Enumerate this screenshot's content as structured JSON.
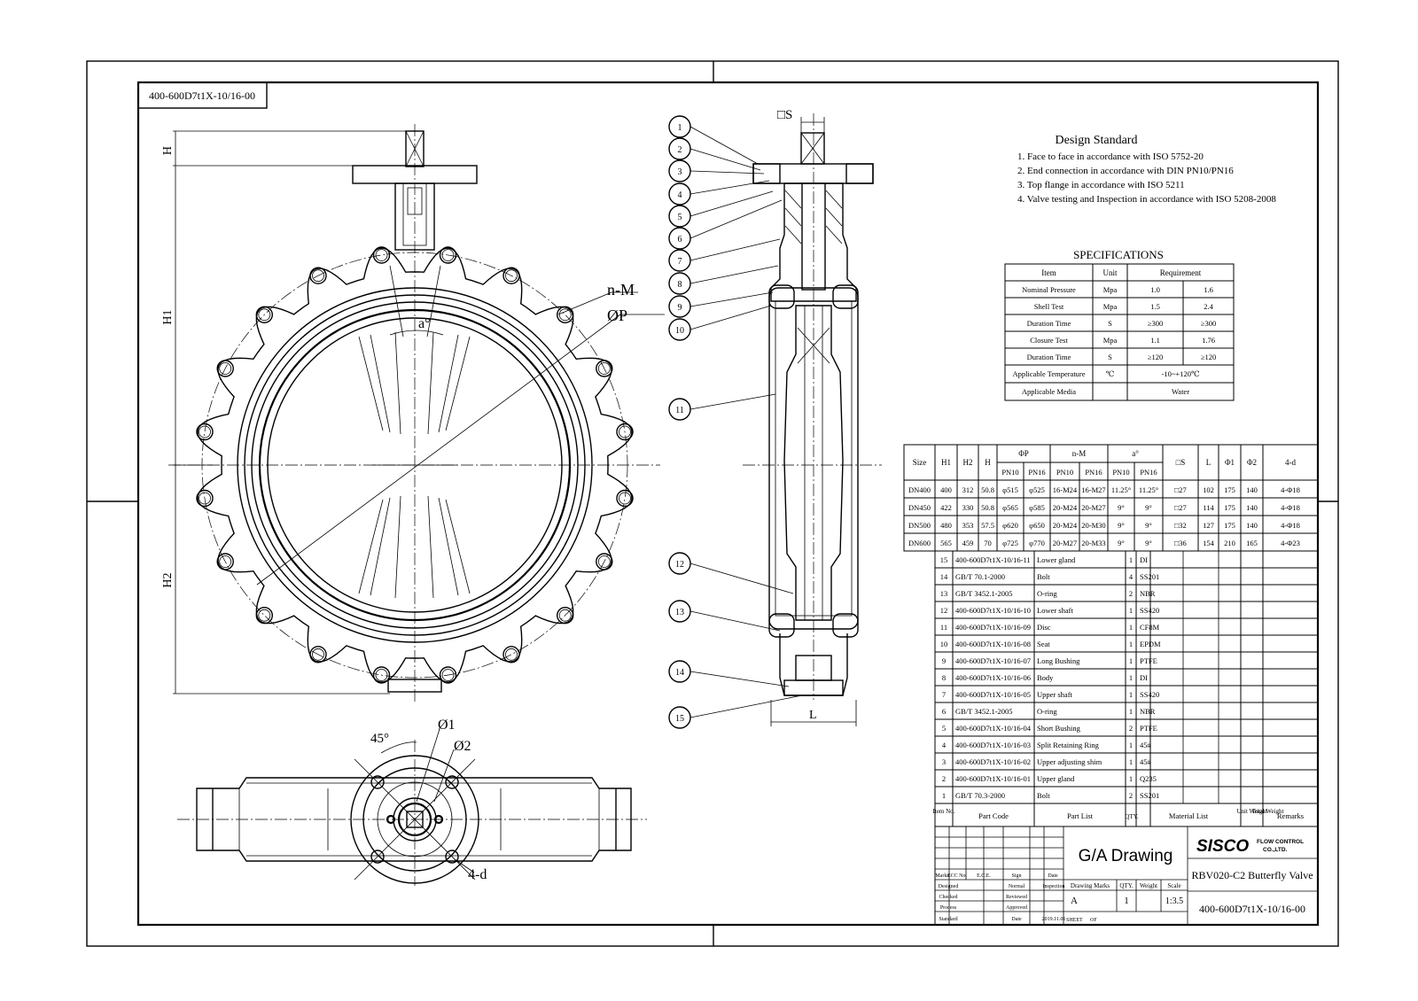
{
  "drawing_code_top": "400-600D7t1X-10/16-00",
  "design_standard": {
    "title": "Design Standard",
    "items": [
      "1. Face to face in accordance with ISO 5752-20",
      "2. End connection in accordance with DIN PN10/PN16",
      "3. Top flange in accordance with ISO 5211",
      "4. Valve testing and Inspection in accordance with ISO 5208-2008"
    ]
  },
  "specifications": {
    "title": "SPECIFICATIONS",
    "headers": [
      "Item",
      "Unit",
      "Requirement"
    ],
    "rows": [
      [
        "Nominal Pressure",
        "Mpa",
        "1.0",
        "1.6"
      ],
      [
        "Shell Test",
        "Mpa",
        "1.5",
        "2.4"
      ],
      [
        "Duration Time",
        "S",
        "≥300",
        "≥300"
      ],
      [
        "Closure Test",
        "Mpa",
        "1.1",
        "1.76"
      ],
      [
        "Duration Time",
        "S",
        "≥120",
        "≥120"
      ],
      [
        "Applicable Temperature",
        "℃",
        "-10~+120℃"
      ],
      [
        "Applicable Media",
        "",
        "Water"
      ]
    ]
  },
  "dimensions": {
    "header1": [
      "Size",
      "H1",
      "H2",
      "H",
      "ΦP",
      "n-M",
      "a°",
      "□S",
      "L",
      "Φ1",
      "Φ2",
      "4-d"
    ],
    "header2": [
      "PN10",
      "PN16",
      "PN10",
      "PN16",
      "PN10",
      "PN16"
    ],
    "rows": [
      [
        "DN400",
        "400",
        "312",
        "50.8",
        "φ515",
        "φ525",
        "16-M24",
        "16-M27",
        "11.25°",
        "11.25°",
        "□27",
        "102",
        "175",
        "140",
        "4-Φ18"
      ],
      [
        "DN450",
        "422",
        "330",
        "50.8",
        "φ565",
        "φ585",
        "20-M24",
        "20-M27",
        "9°",
        "9°",
        "□27",
        "114",
        "175",
        "140",
        "4-Φ18"
      ],
      [
        "DN500",
        "480",
        "353",
        "57.5",
        "φ620",
        "φ650",
        "20-M24",
        "20-M30",
        "9°",
        "9°",
        "□32",
        "127",
        "175",
        "140",
        "4-Φ18"
      ],
      [
        "DN600",
        "565",
        "459",
        "70",
        "φ725",
        "φ770",
        "20-M27",
        "20-M33",
        "9°",
        "9°",
        "□36",
        "154",
        "210",
        "165",
        "4-Φ23"
      ]
    ]
  },
  "parts": [
    [
      "15",
      "400-600D7t1X-10/16-11",
      "Lower gland",
      "1",
      "DI"
    ],
    [
      "14",
      "GB/T 70.1-2000",
      "Bolt",
      "4",
      "SS201"
    ],
    [
      "13",
      "GB/T 3452.1-2005",
      "O-ring",
      "2",
      "NBR"
    ],
    [
      "12",
      "400-600D7t1X-10/16-10",
      "Lower shaft",
      "1",
      "SS420"
    ],
    [
      "11",
      "400-600D7t1X-10/16-09",
      "Disc",
      "1",
      "CF8M"
    ],
    [
      "10",
      "400-600D7t1X-10/16-08",
      "Seat",
      "1",
      "EPDM"
    ],
    [
      "9",
      "400-600D7t1X-10/16-07",
      "Long Bushing",
      "1",
      "PTFE"
    ],
    [
      "8",
      "400-600D7t1X-10/16-06",
      "Body",
      "1",
      "DI"
    ],
    [
      "7",
      "400-600D7t1X-10/16-05",
      "Upper shaft",
      "1",
      "SS420"
    ],
    [
      "6",
      "GB/T 3452.1-2005",
      "O-ring",
      "1",
      "NBR"
    ],
    [
      "5",
      "400-600D7t1X-10/16-04",
      "Short Bushing",
      "2",
      "PTFE"
    ],
    [
      "4",
      "400-600D7t1X-10/16-03",
      "Split Retaining Ring",
      "1",
      "45#"
    ],
    [
      "3",
      "400-600D7t1X-10/16-02",
      "Upper adjusting shim",
      "1",
      "45#"
    ],
    [
      "2",
      "400-600D7t1X-10/16-01",
      "Upper gland",
      "1",
      "Q235"
    ],
    [
      "1",
      "GB/T 70.3-2000",
      "Bolt",
      "2",
      "SS201"
    ]
  ],
  "parts_header": [
    "Item No.",
    "Part Code",
    "Part List",
    "QTY.",
    "Material List",
    "Unit Weight",
    "Total Weight",
    "Remarks"
  ],
  "title_block": {
    "drawing_title": "G/A Drawing",
    "company": "SISCO",
    "company_sub": "FLOW CONTROL CO.,LTD.",
    "product": "RBV020-C2 Butterfly Valve",
    "drawing_code": "400-600D7t1X-10/16-00",
    "marks_label": "Drawing Marks",
    "qty_label": "QTY.",
    "weight_label": "Weight",
    "scale_label": "Scale",
    "mark_value": "A",
    "qty_value": "1",
    "scale_value": "1:3.5",
    "sheet": "SHEET",
    "of": "OF",
    "rev_labels": [
      "Marks",
      "ECC No.",
      "E.C.E.",
      "Sign",
      "Date"
    ],
    "role_labels": [
      "Designed",
      "Checked",
      "Process",
      "Standard"
    ],
    "sign_labels": [
      "Normal",
      "Reviewed",
      "Approved",
      "Date"
    ],
    "inspection": "Inspection",
    "date_value": "2019.11.01"
  },
  "view_labels": {
    "H": "H",
    "H1": "H1",
    "H2": "H2",
    "nM": "n-M",
    "phiP": "ØP",
    "a": "a°",
    "deg45": "45°",
    "phi1": "Ø1",
    "phi2": "Ø2",
    "fourD": "4-d",
    "S": "□S",
    "L": "L"
  },
  "balloons": [
    "1",
    "2",
    "3",
    "4",
    "5",
    "6",
    "7",
    "8",
    "9",
    "10",
    "11",
    "12",
    "13",
    "14",
    "15"
  ]
}
